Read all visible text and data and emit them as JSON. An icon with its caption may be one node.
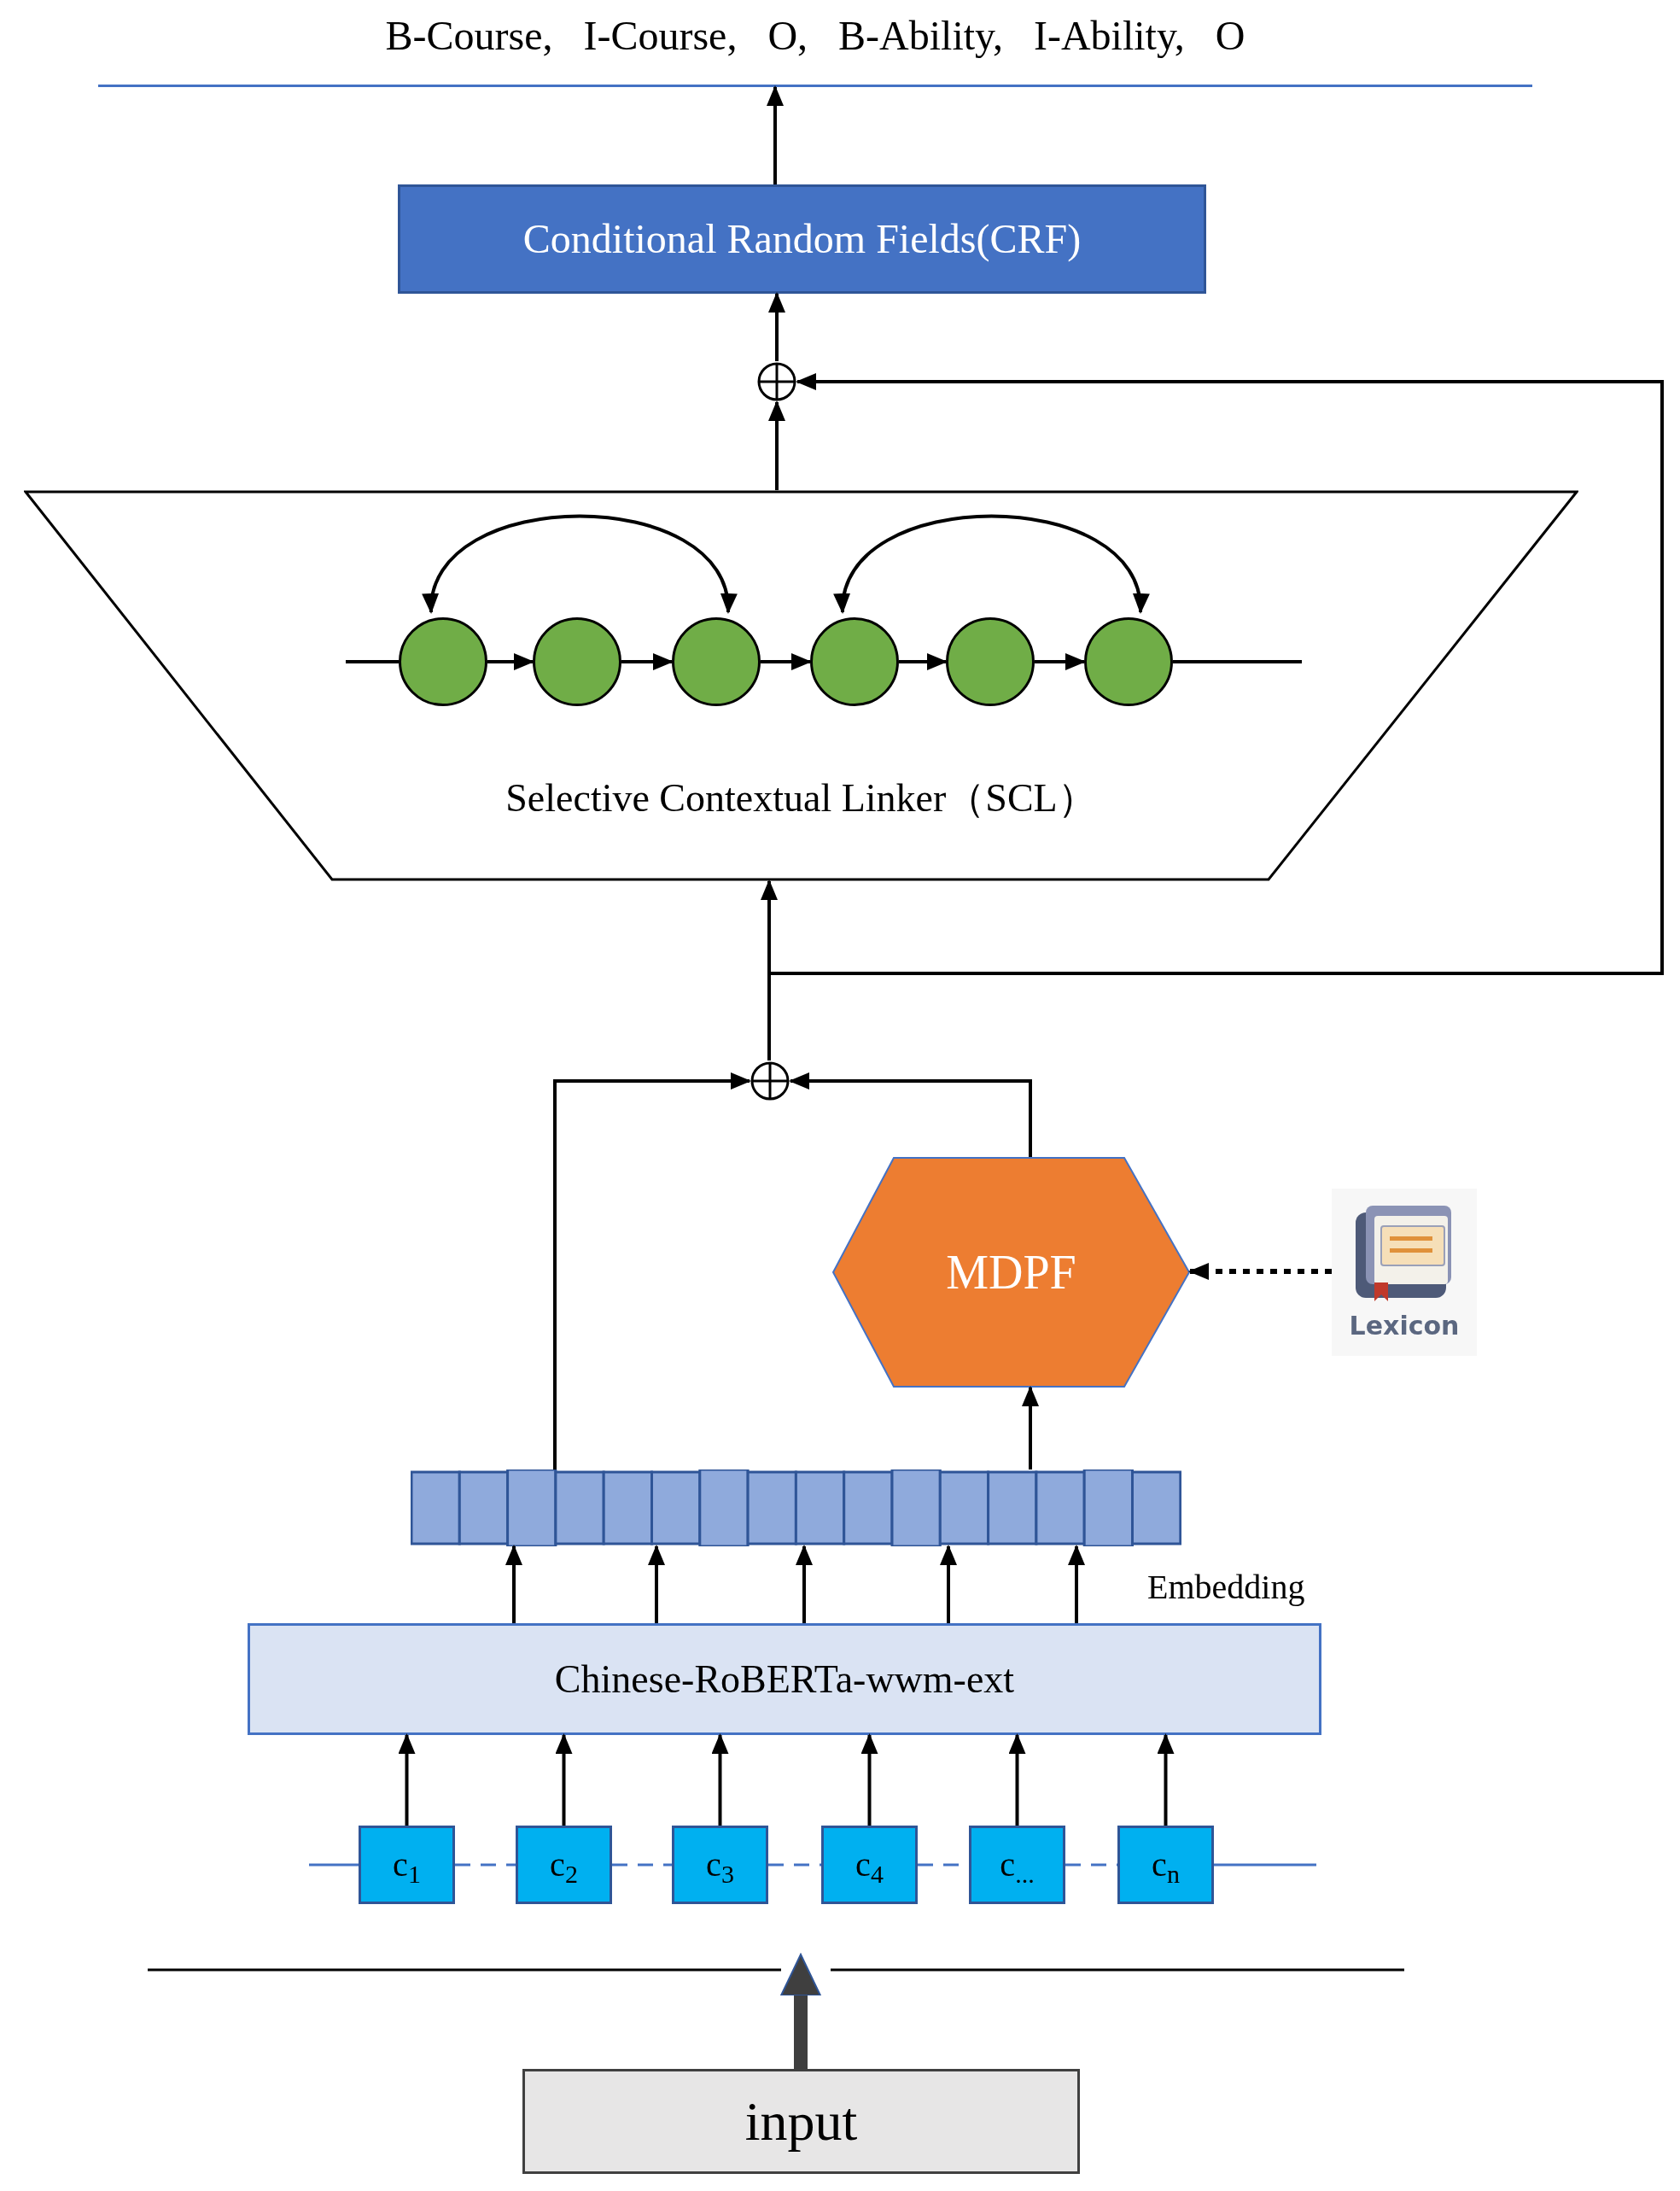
{
  "diagram": {
    "nodes": [
      {
        "text": [
          "Conditional Random Fields(CRF)"
        ]
      },
      {
        "text": [],
        "shape": "circle"
      },
      {
        "text": [
          "Selective Contextual Linker（SCL）"
        ]
      },
      {
        "text": [],
        "shape": "circle",
        "in": 2
      },
      {
        "text": [],
        "shape": "circle",
        "in": 2
      },
      {
        "text": [],
        "shape": "circle",
        "in": 2
      },
      {
        "text": [],
        "shape": "circle",
        "in": 2
      },
      {
        "text": [],
        "shape": "circle",
        "in": 2
      },
      {
        "text": [],
        "shape": "circle",
        "in": 2
      },
      {
        "text": [],
        "shape": "circle"
      },
      {
        "text": [
          "MDPF"
        ]
      },
      {
        "text": [
          "Lexicon"
        ]
      },
      {
        "text": [],
        "shape": "bar",
        "beside": [
          "Embedding"
        ]
      },
      {
        "text": [
          "Chinese-RoBERTa-wwm-ext"
        ]
      },
      {
        "text": [
          "c$_{1}$"
        ]
      },
      {
        "text": [
          "c$_{2}$"
        ]
      },
      {
        "text": [
          "c$_{3}$"
        ]
      },
      {
        "text": [
          "c$_{4}$"
        ]
      },
      {
        "text": [
          "c$_{...}$"
        ]
      },
      {
        "text": [
          "c$_{n}$"
        ]
      },
      {
        "text": [
          "input"
        ]
      },
      {
        "text": [
          "B-Course, I-Course, O, B-Ability, I-Ability, O"
        ]
      }
    ],
    "edges": [
      {
        "from": 0,
        "to": 21,
        "arrow": "to"
      },
      {
        "from": 1,
        "to": 0,
        "arrow": "to"
      },
      {
        "from": 2,
        "to": 1,
        "arrow": "to"
      },
      {
        "from": 3,
        "to": 4,
        "arrow": "to"
      },
      {
        "from": 4,
        "to": 5,
        "arrow": "to"
      },
      {
        "from": 5,
        "to": 6,
        "arrow": "to"
      },
      {
        "from": 6,
        "to": 7,
        "arrow": "to"
      },
      {
        "from": 7,
        "to": 8,
        "arrow": "to"
      },
      {
        "from": 3,
        "to": 5,
        "arrow": "both"
      },
      {
        "from": 6,
        "to": 8,
        "arrow": "both"
      },
      {
        "from": 9,
        "to": 2,
        "arrow": "to"
      },
      {
        "from": 9,
        "to": 1,
        "arrow": "to"
      },
      {
        "from": 12,
        "to": 9,
        "arrow": "to"
      },
      {
        "from": 10,
        "to": 9,
        "arrow": "to"
      },
      {
        "from": 11,
        "to": 10,
        "arrow": "to",
        "style": "dashed"
      },
      {
        "from": 12,
        "to": 10,
        "arrow": "to"
      },
      {
        "from": 13,
        "to": 12,
        "arrow": "to"
      },
      {
        "from": 13,
        "to": 12,
        "arrow": "to"
      },
      {
        "from": 13,
        "to": 12,
        "arrow": "to"
      },
      {
        "from": 13,
        "to": 12,
        "arrow": "to"
      },
      {
        "from": 13,
        "to": 12,
        "arrow": "to"
      },
      {
        "from": 14,
        "to": 13,
        "arrow": "to"
      },
      {
        "from": 15,
        "to": 13,
        "arrow": "to"
      },
      {
        "from": 16,
        "to": 13,
        "arrow": "to"
      },
      {
        "from": 17,
        "to": 13,
        "arrow": "to"
      },
      {
        "from": 18,
        "to": 13,
        "arrow": "to"
      },
      {
        "from": 19,
        "to": 13,
        "arrow": "to"
      },
      {
        "from": 14,
        "to": 15,
        "arrow": "none",
        "style": "dashed",
        "color": "#4472c4"
      },
      {
        "from": 15,
        "to": 16,
        "arrow": "none",
        "style": "dashed",
        "color": "#4472c4"
      },
      {
        "from": 16,
        "to": 17,
        "arrow": "none",
        "style": "dashed",
        "color": "#4472c4"
      },
      {
        "from": 17,
        "to": 18,
        "arrow": "none",
        "style": "dashed",
        "color": "#4472c4"
      },
      {
        "from": 18,
        "to": 19,
        "arrow": "none",
        "style": "dashed",
        "color": "#4472c4"
      },
      {
        "from": 20,
        "to": null,
        "arrow": "to",
        "style": "thick"
      },
      {
        "from": null,
        "to": 3,
        "arrow": "none"
      },
      {
        "from": 8,
        "to": null,
        "arrow": "none"
      },
      {
        "from": null,
        "to": 14,
        "arrow": "none",
        "color": "#4472c4"
      },
      {
        "from": 19,
        "to": null,
        "arrow": "none",
        "color": "#4472c4"
      }
    ]
  }
}
